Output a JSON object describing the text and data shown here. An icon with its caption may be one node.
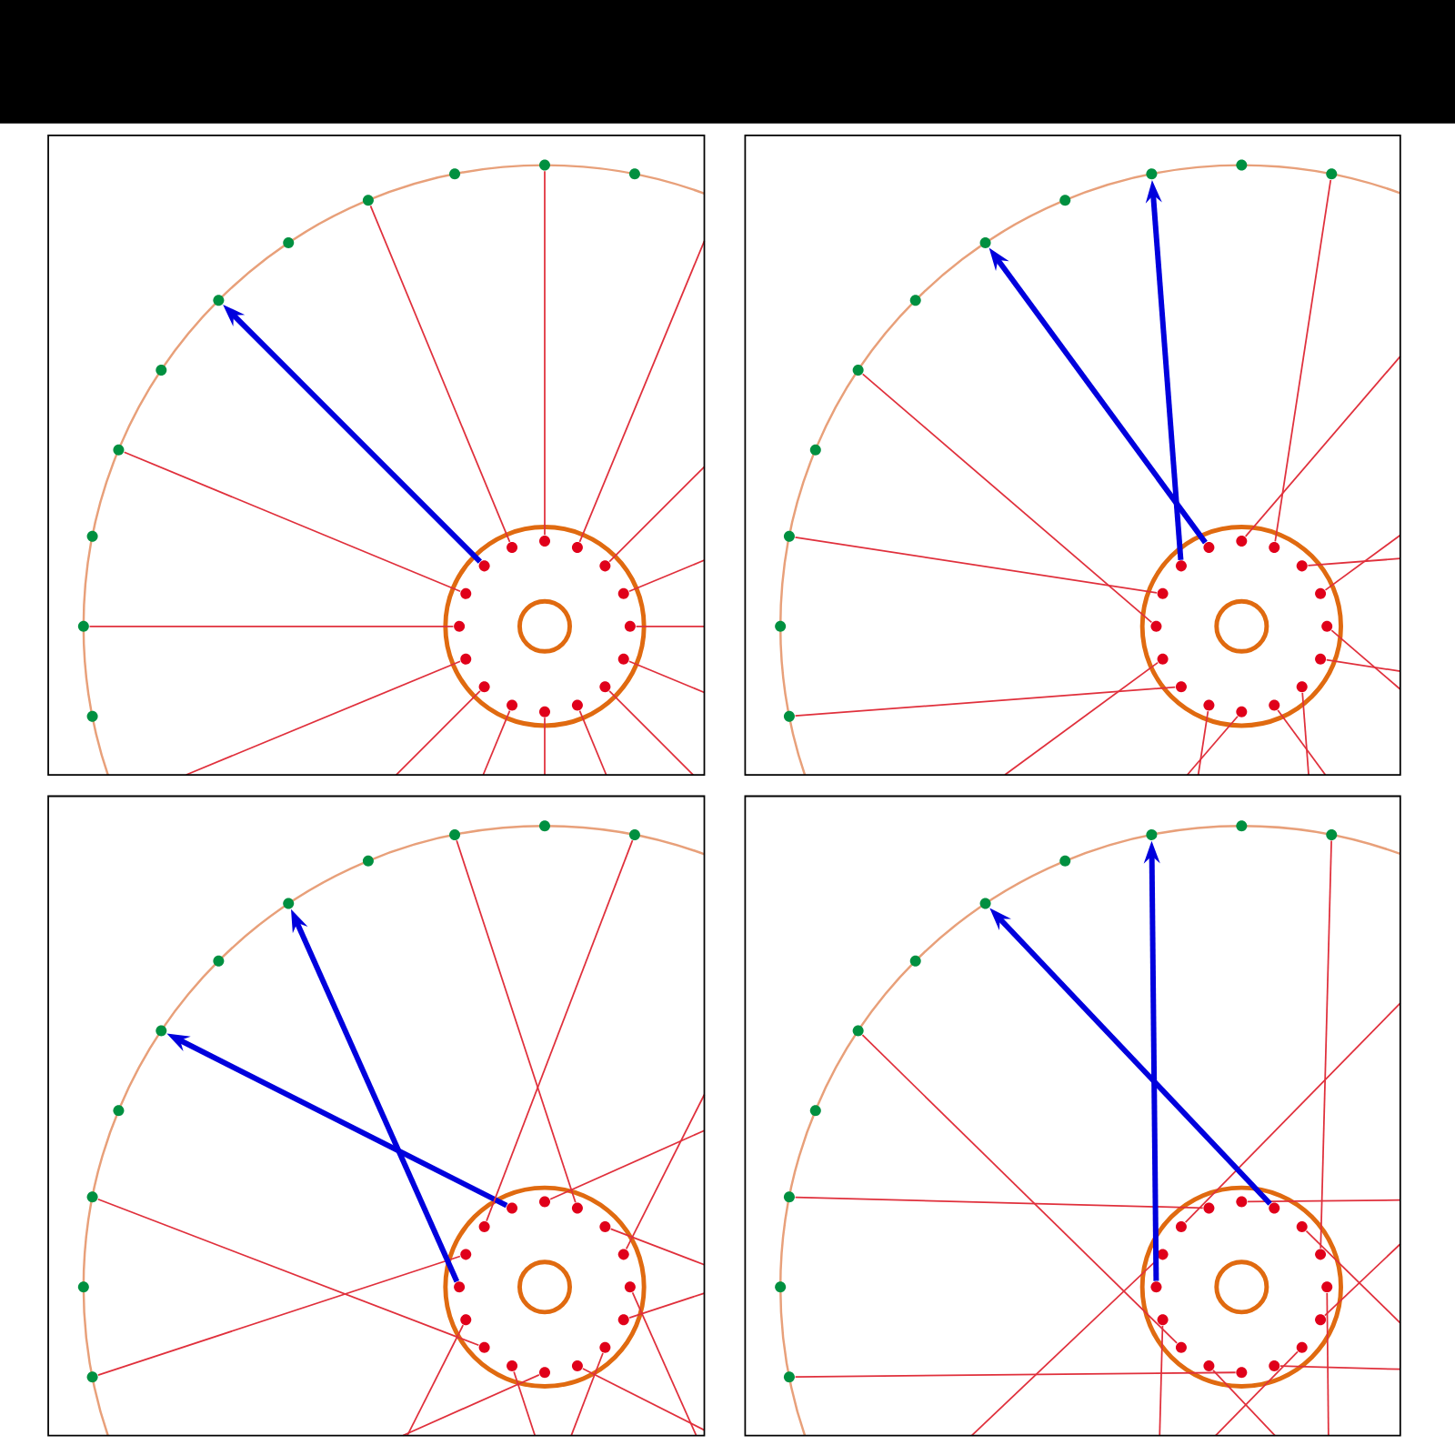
{
  "diagram": {
    "nodes": [
      {
        "text": [],
        "shape": "circle"
      },
      {
        "text": [],
        "shape": "circle"
      },
      {
        "text": [],
        "shape": "circle"
      },
      {
        "text": [],
        "shape": "circle"
      },
      {
        "text": [],
        "shape": "circle"
      },
      {
        "text": [],
        "shape": "circle"
      },
      {
        "text": [],
        "shape": "circle"
      },
      {
        "text": [],
        "shape": "circle"
      },
      {
        "text": [],
        "shape": "circle"
      },
      {
        "text": [],
        "shape": "circle"
      },
      {
        "text": [],
        "shape": "circle"
      },
      {
        "text": [],
        "shape": "circle"
      },
      {
        "text": [],
        "shape": "circle"
      },
      {
        "text": [],
        "shape": "circle"
      },
      {
        "text": [],
        "shape": "circle"
      },
      {
        "text": [],
        "shape": "circle"
      },
      {
        "text": [],
        "shape": "circle"
      },
      {
        "text": [],
        "shape": "circle"
      },
      {
        "text": [],
        "shape": "circle"
      },
      {
        "text": [],
        "shape": "circle"
      },
      {
        "text": [],
        "shape": "circle"
      },
      {
        "text": [],
        "shape": "circle"
      },
      {
        "text": [],
        "shape": "circle"
      },
      {
        "text": [],
        "shape": "circle"
      },
      {
        "text": [],
        "shape": "circle"
      },
      {
        "text": [],
        "shape": "circle"
      },
      {
        "text": [],
        "shape": "circle"
      },
      {
        "text": [],
        "shape": "circle"
      },
      {
        "text": [],
        "shape": "circle"
      },
      {
        "text": [],
        "shape": "circle"
      },
      {
        "text": [],
        "shape": "circle"
      },
      {
        "text": [],
        "shape": "circle"
      },
      {
        "text": [],
        "shape": "circle"
      },
      {
        "text": [],
        "shape": "circle"
      },
      {
        "text": [],
        "shape": "circle"
      },
      {
        "text": [],
        "shape": "circle"
      },
      {
        "text": [],
        "shape": "circle"
      },
      {
        "text": [],
        "shape": "circle"
      },
      {
        "text": [],
        "shape": "circle"
      },
      {
        "text": [],
        "shape": "circle"
      },
      {
        "text": [],
        "shape": "circle"
      },
      {
        "text": [],
        "shape": "circle"
      },
      {
        "text": [],
        "shape": "circle"
      },
      {
        "text": [],
        "shape": "circle"
      },
      {
        "text": [],
        "shape": "circle"
      },
      {
        "text": [],
        "shape": "circle"
      },
      {
        "text": [],
        "shape": "circle"
      },
      {
        "text": [],
        "shape": "circle"
      },
      {
        "text": [],
        "shape": "circle"
      },
      {
        "text": [],
        "shape": "circle"
      },
      {
        "text": [],
        "shape": "circle"
      },
      {
        "text": [],
        "shape": "circle"
      },
      {
        "text": [],
        "shape": "circle"
      },
      {
        "text": [],
        "shape": "circle"
      },
      {
        "text": [],
        "shape": "circle"
      },
      {
        "text": [],
        "shape": "circle"
      },
      {
        "text": [],
        "shape": "circle"
      },
      {
        "text": [],
        "shape": "circle"
      },
      {
        "text": [],
        "shape": "circle"
      },
      {
        "text": [],
        "shape": "circle"
      },
      {
        "text": [],
        "shape": "circle"
      },
      {
        "text": [],
        "shape": "circle"
      },
      {
        "text": [],
        "shape": "circle"
      },
      {
        "text": [],
        "shape": "circle"
      },
      {
        "text": [],
        "shape": "circle"
      },
      {
        "text": [],
        "shape": "circle"
      },
      {
        "text": [],
        "shape": "circle"
      },
      {
        "text": [],
        "shape": "circle"
      },
      {
        "text": [],
        "shape": "circle"
      },
      {
        "text": [],
        "shape": "circle"
      },
      {
        "text": [],
        "shape": "circle"
      },
      {
        "text": [],
        "shape": "circle"
      },
      {
        "text": [],
        "shape": "circle"
      },
      {
        "text": [],
        "shape": "circle"
      },
      {
        "text": [],
        "shape": "circle"
      },
      {
        "text": [],
        "shape": "circle"
      },
      {
        "text": [],
        "shape": "circle"
      },
      {
        "text": [],
        "shape": "circle"
      },
      {
        "text": [],
        "shape": "circle"
      },
      {
        "text": [],
        "shape": "circle"
      },
      {
        "text": [],
        "shape": "circle"
      },
      {
        "text": [],
        "shape": "circle"
      },
      {
        "text": [],
        "shape": "circle"
      },
      {
        "text": [],
        "shape": "circle"
      },
      {
        "text": [],
        "shape": "circle"
      },
      {
        "text": [],
        "shape": "circle"
      },
      {
        "text": [],
        "shape": "circle"
      },
      {
        "text": [],
        "shape": "circle"
      },
      {
        "text": [],
        "shape": "circle"
      },
      {
        "text": [],
        "shape": "circle"
      },
      {
        "text": [],
        "shape": "circle"
      },
      {
        "text": [],
        "shape": "circle"
      },
      {
        "text": [],
        "shape": "circle"
      },
      {
        "text": [],
        "shape": "circle"
      },
      {
        "text": [],
        "shape": "circle"
      },
      {
        "text": [],
        "shape": "circle"
      },
      {
        "text": [],
        "shape": "circle"
      },
      {
        "text": [],
        "shape": "circle"
      },
      {
        "text": [],
        "shape": "circle"
      },
      {
        "text": [],
        "shape": "circle"
      },
      {
        "text": [],
        "shape": "circle"
      },
      {
        "text": [],
        "shape": "circle"
      },
      {
        "text": [],
        "shape": "circle"
      },
      {
        "text": [],
        "shape": "circle"
      },
      {
        "text": [],
        "shape": "circle"
      },
      {
        "text": [],
        "shape": "circle"
      },
      {
        "text": [],
        "shape": "circle"
      },
      {
        "text": [],
        "shape": "circle"
      }
    ],
    "edges": [
      {
        "from": 0,
        "to": 17,
        "arrow": "none"
      },
      {
        "from": 1,
        "to": 19,
        "arrow": "none"
      },
      {
        "from": 2,
        "to": 21,
        "arrow": "to",
        "style": "thick",
        "color": "#0000dd"
      },
      {
        "from": 3,
        "to": 23,
        "arrow": "none"
      },
      {
        "from": 4,
        "to": 25,
        "arrow": "none"
      },
      {
        "from": 5,
        "to": null,
        "arrow": "none"
      },
      {
        "from": 6,
        "to": null,
        "arrow": "none"
      },
      {
        "from": 7,
        "to": null,
        "arrow": "none"
      },
      {
        "from": 8,
        "to": null,
        "arrow": "none"
      },
      {
        "from": 9,
        "to": null,
        "arrow": "none"
      },
      {
        "from": 10,
        "to": null,
        "arrow": "none"
      },
      {
        "from": 11,
        "to": null,
        "arrow": "none"
      },
      {
        "from": 12,
        "to": null,
        "arrow": "none"
      },
      {
        "from": 13,
        "to": null,
        "arrow": "none"
      },
      {
        "from": 14,
        "to": null,
        "arrow": "none"
      },
      {
        "from": 15,
        "to": null,
        "arrow": "none"
      },
      {
        "from": 27,
        "to": null,
        "arrow": "none"
      },
      {
        "from": 28,
        "to": 47,
        "arrow": "to",
        "style": "thick",
        "color": "#0000dd"
      },
      {
        "from": 29,
        "to": 45,
        "arrow": "to",
        "style": "thick",
        "color": "#0000dd"
      },
      {
        "from": 30,
        "to": 51,
        "arrow": "none"
      },
      {
        "from": 31,
        "to": 49,
        "arrow": "none"
      },
      {
        "from": 32,
        "to": null,
        "arrow": "none"
      },
      {
        "from": 33,
        "to": 53,
        "arrow": "none"
      },
      {
        "from": 34,
        "to": null,
        "arrow": "none"
      },
      {
        "from": 35,
        "to": null,
        "arrow": "none"
      },
      {
        "from": 36,
        "to": null,
        "arrow": "none"
      },
      {
        "from": 37,
        "to": null,
        "arrow": "none"
      },
      {
        "from": 38,
        "to": null,
        "arrow": "none"
      },
      {
        "from": 39,
        "to": null,
        "arrow": "none"
      },
      {
        "from": 40,
        "to": null,
        "arrow": "none"
      },
      {
        "from": 41,
        "to": null,
        "arrow": "none"
      },
      {
        "from": 42,
        "to": 43,
        "arrow": "none"
      },
      {
        "from": 54,
        "to": null,
        "arrow": "none"
      },
      {
        "from": 55,
        "to": 76,
        "arrow": "to",
        "style": "thick",
        "color": "#0000dd"
      },
      {
        "from": 56,
        "to": 70,
        "arrow": "none"
      },
      {
        "from": 57,
        "to": 80,
        "arrow": "none"
      },
      {
        "from": 58,
        "to": 74,
        "arrow": "to",
        "style": "thick",
        "color": "#0000dd"
      },
      {
        "from": 59,
        "to": null,
        "arrow": "none"
      },
      {
        "from": 60,
        "to": 78,
        "arrow": "none"
      },
      {
        "from": 61,
        "to": null,
        "arrow": "none"
      },
      {
        "from": 62,
        "to": null,
        "arrow": "none"
      },
      {
        "from": 63,
        "to": null,
        "arrow": "none"
      },
      {
        "from": 64,
        "to": null,
        "arrow": "none"
      },
      {
        "from": 65,
        "to": null,
        "arrow": "none"
      },
      {
        "from": 66,
        "to": null,
        "arrow": "none"
      },
      {
        "from": 67,
        "to": null,
        "arrow": "none"
      },
      {
        "from": 68,
        "to": null,
        "arrow": "none"
      },
      {
        "from": 69,
        "to": 72,
        "arrow": "none"
      },
      {
        "from": 81,
        "to": null,
        "arrow": "none"
      },
      {
        "from": 82,
        "to": 105,
        "arrow": "none"
      },
      {
        "from": 83,
        "to": null,
        "arrow": "none"
      },
      {
        "from": 84,
        "to": null,
        "arrow": "none"
      },
      {
        "from": 85,
        "to": 99,
        "arrow": "to",
        "style": "thick",
        "color": "#0000dd"
      },
      {
        "from": 86,
        "to": null,
        "arrow": "none"
      },
      {
        "from": 87,
        "to": 103,
        "arrow": "none"
      },
      {
        "from": 88,
        "to": null,
        "arrow": "none"
      },
      {
        "from": 89,
        "to": 107,
        "arrow": "none"
      },
      {
        "from": 90,
        "to": null,
        "arrow": "none"
      },
      {
        "from": 91,
        "to": null,
        "arrow": "none"
      },
      {
        "from": 92,
        "to": null,
        "arrow": "none"
      },
      {
        "from": 93,
        "to": null,
        "arrow": "none"
      },
      {
        "from": 94,
        "to": 97,
        "arrow": "none"
      },
      {
        "from": 95,
        "to": null,
        "arrow": "none"
      },
      {
        "from": 96,
        "to": 101,
        "arrow": "to",
        "style": "thick",
        "color": "#0000dd"
      }
    ]
  }
}
